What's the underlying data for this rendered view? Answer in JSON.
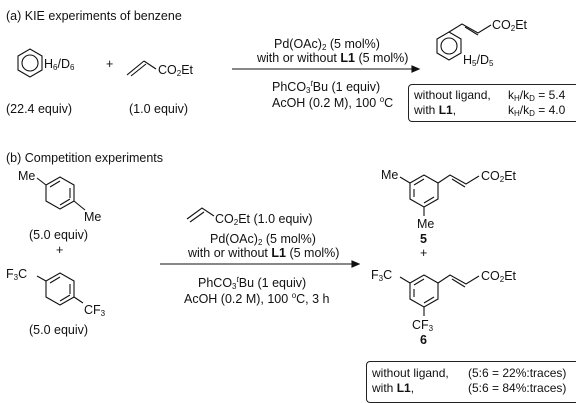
{
  "sectionA": {
    "title": "(a) KIE experiments of benzene",
    "benzene_label": "H",
    "benzene_sub1": "6",
    "benzene_mid": "/D",
    "benzene_sub2": "6",
    "plus": "+",
    "acrylate_label_pre": "CO",
    "acrylate_label_sub": "2",
    "acrylate_label_post": "Et",
    "benzene_equiv": "(22.4 equiv)",
    "acrylate_equiv": "(1.0 equiv)",
    "cond1_pre": "Pd(OAc)",
    "cond1_sub": "2",
    "cond1_post": " (5 mol%)",
    "cond2_pre": "with or without ",
    "cond2_bold": "L1",
    "cond2_post": " (5 mol%)",
    "cond3_pre": "PhCO",
    "cond3_sub": "3",
    "cond3_sup": "t",
    "cond3_post": "Bu (1 equiv)",
    "cond4_pre": "AcOH (0.2 M), 100 ",
    "cond4_sup": "o",
    "cond4_post": "C",
    "product_label_pre": "CO",
    "product_label_sub": "2",
    "product_label_post": "Et",
    "product_ring_pre": "H",
    "product_ring_sub1": "5",
    "product_ring_mid": "/D",
    "product_ring_sub2": "5",
    "kie_row1_label": "without ligand,",
    "kie_row1_val": "k",
    "kie_row1_h": "H",
    "kie_row1_d": "D",
    "kie_row1_num": " = 5.4",
    "kie_row2_label_pre": "with ",
    "kie_row2_label_bold": "L1",
    "kie_row2_label_post": ",",
    "kie_row2_num": " = 4.0"
  },
  "sectionB": {
    "title": "(b) Competition experiments",
    "me": "Me",
    "xylene_equiv": "(5.0 equiv)",
    "plus": "+",
    "cf3_pre": "F",
    "cf3_sub": "3",
    "cf3_post": "C",
    "cf3b_pre": "CF",
    "cf3b_sub": "3",
    "tf_equiv": "(5.0 equiv)",
    "cond0_pre": "CO",
    "cond0_sub": "2",
    "cond0_post": "Et (1.0 equiv)",
    "cond1_pre": "Pd(OAc)",
    "cond1_sub": "2",
    "cond1_post": " (5 mol%)",
    "cond2_pre": "with or without ",
    "cond2_bold": "L1",
    "cond2_post": " (5 mol%)",
    "cond3_pre": "PhCO",
    "cond3_sub": "3",
    "cond3_sup": "t",
    "cond3_post": "Bu (1 equiv)",
    "cond4_pre": "AcOH (0.2 M), 100 ",
    "cond4_sup": "o",
    "cond4_post": "C, 3 h",
    "prod_co2et_pre": "CO",
    "prod_co2et_sub": "2",
    "prod_co2et_post": "Et",
    "prod5_num": "5",
    "prod6_num": "6",
    "ratio_row1_label": "without ligand,",
    "ratio_row1_val": "(5:6 = 22%:traces)",
    "ratio_row2_label_pre": "with ",
    "ratio_row2_label_bold": "L1",
    "ratio_row2_label_post": ",",
    "ratio_row2_val": "(5:6 = 84%:traces)"
  }
}
